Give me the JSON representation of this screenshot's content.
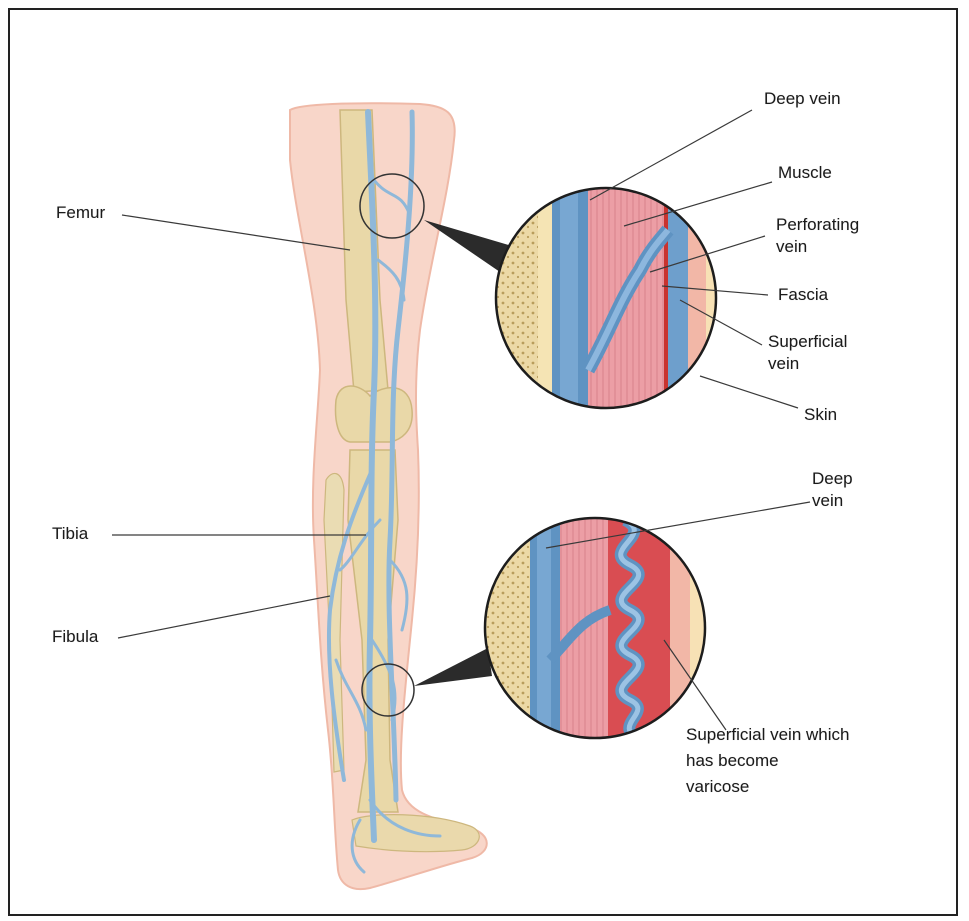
{
  "colors": {
    "skin": "#f7d4c6",
    "bone": "#e8d7a7",
    "vein": "#8fb8d9",
    "vein_dark": "#4f86b8",
    "muscle": "#e99ba3",
    "fascia": "#c9332f"
  },
  "labels": {
    "femur": "Femur",
    "tibia": "Tibia",
    "fibula": "Fibula",
    "deep_vein_top": "Deep vein",
    "muscle": "Muscle",
    "perforating_line1": "Perforating",
    "perforating_line2": "vein",
    "fascia": "Fascia",
    "superficial_line1": "Superficial",
    "superficial_line2": "vein",
    "skin": "Skin",
    "deep_vein_bottom_line1": "Deep",
    "deep_vein_bottom_line2": "vein",
    "varicose_line1": "Superficial vein which",
    "varicose_line2": "has become",
    "varicose_line3": "varicose"
  }
}
